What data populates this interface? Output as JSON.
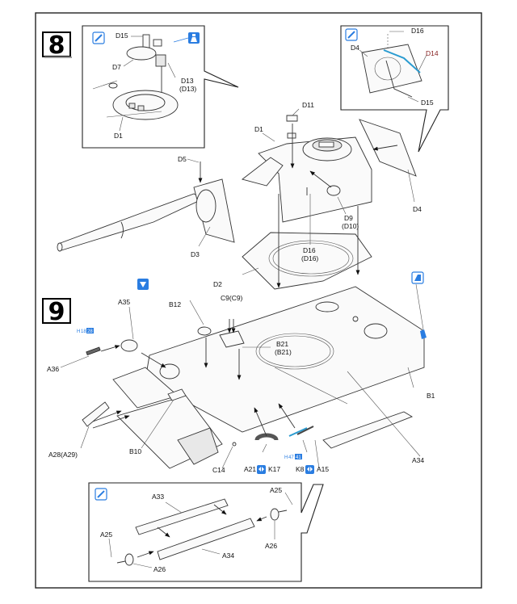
{
  "document": {
    "type": "model-kit-assembly-instructions"
  },
  "steps": [
    {
      "number": "8",
      "insets": [
        {
          "name": "hatch-inset",
          "icon": "paint-brush-icon",
          "icon2": "glue-bottle-icon",
          "labels": [
            "D15",
            "D7",
            "D13",
            "(D13)",
            "D1"
          ]
        },
        {
          "name": "side-plate-inset",
          "icon": "paint-brush-icon",
          "labels": [
            "D16",
            "D4",
            "D14",
            "D15"
          ]
        }
      ],
      "main_labels": {
        "d11": "D11",
        "d1": "D1",
        "d5": "D5",
        "d3": "D3",
        "d9": "D9",
        "d10": "(D10)",
        "d4": "D4",
        "d16": "D16",
        "d16b": "(D16)",
        "d2": "D2"
      }
    },
    {
      "number": "9",
      "icons": {
        "cut_icon": "cut-sprue-icon",
        "hull_icon": "photo-etch-icon"
      },
      "main_labels": {
        "a35": "A35",
        "b12": "B12",
        "c9": "C9(C9)",
        "a36": "A36",
        "b21": "B21",
        "b21b": "(B21)",
        "b1": "B1",
        "a28": "A28(A29)",
        "b10": "B10",
        "c14": "C14",
        "a21": "A21",
        "k17": "K17",
        "k8": "K8",
        "a15": "A15",
        "a34": "A34"
      },
      "color_callouts": [
        {
          "code": "H",
          "a": "18",
          "b": "28"
        },
        {
          "code": "H",
          "a": "47",
          "b": "41"
        }
      ],
      "inset": {
        "icon": "paint-brush-icon",
        "labels": {
          "a33": "A33",
          "a25_right": "A25",
          "a25_left": "A25",
          "a26_right": "A26",
          "a26_left": "A26",
          "a34": "A34"
        }
      }
    }
  ]
}
